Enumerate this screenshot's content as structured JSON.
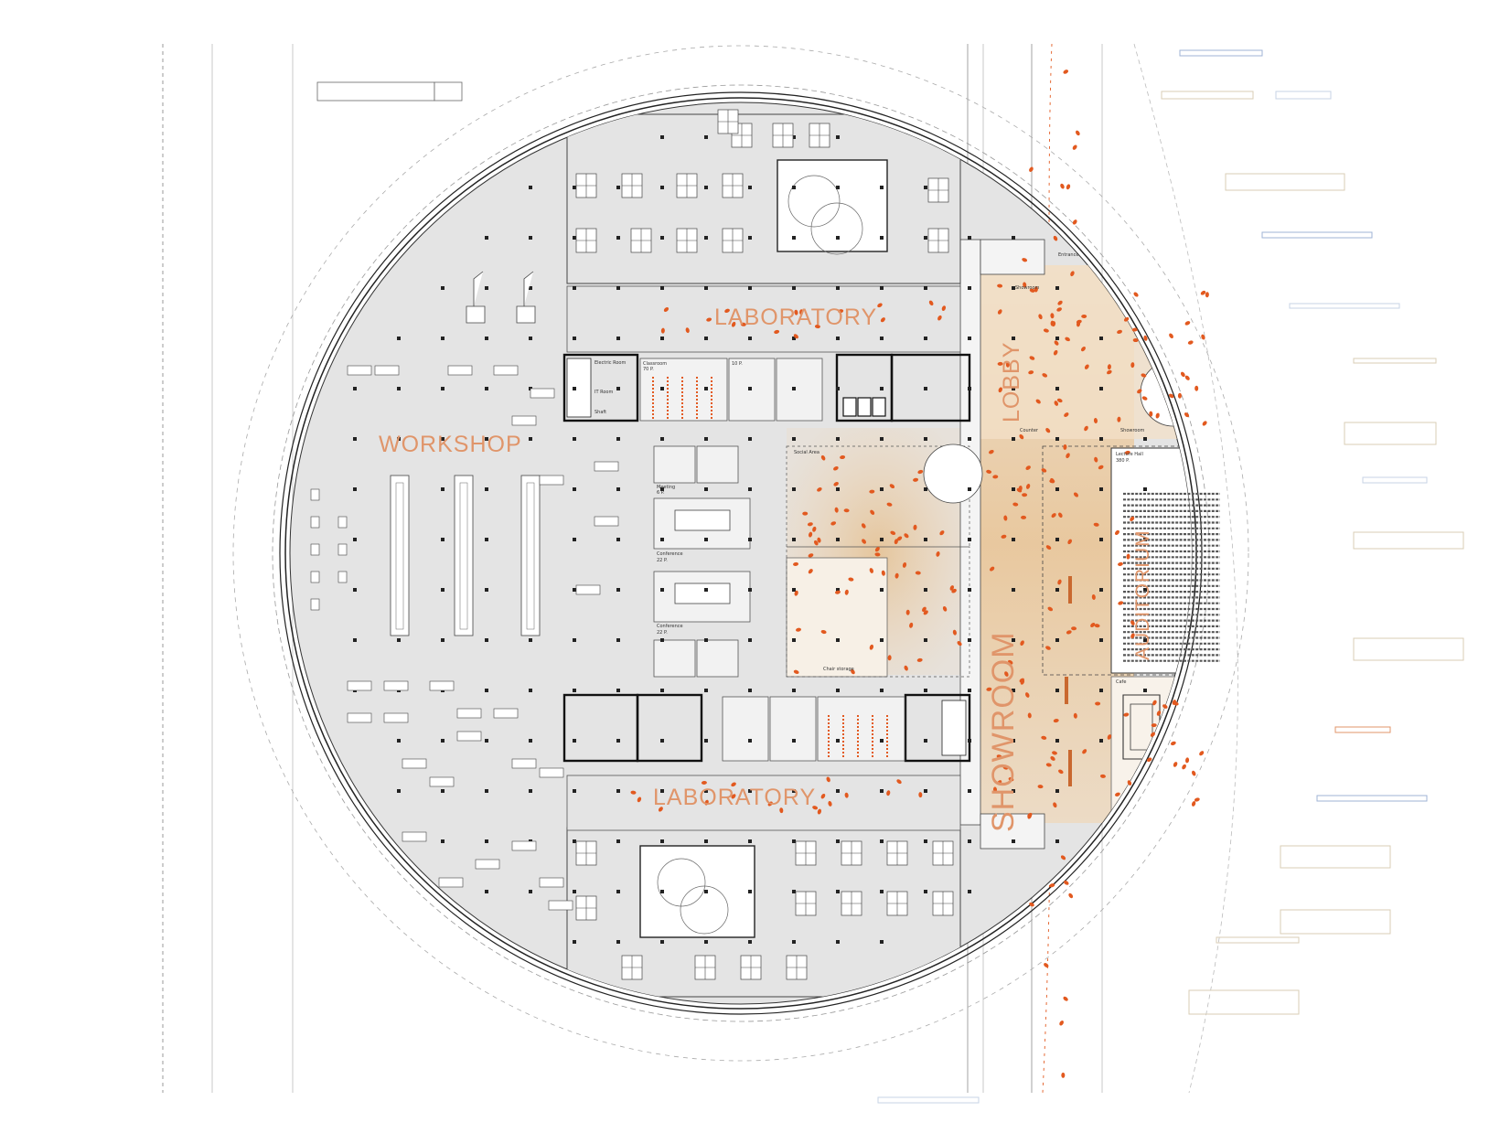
{
  "labels": {
    "laboratory_top": "LABORATORY",
    "laboratory_bottom": "LABORATORY",
    "workshop": "WORKSHOP",
    "lobby": "LOBBY",
    "showroom": "SHOWROOM",
    "auditorium": "AUDITORIUM",
    "entrance_top": "Entrance",
    "showroom_small_a": "Showroom",
    "showroom_small_b": "Showroom",
    "counter": "Counter",
    "social_area": "Social Area",
    "lecture_hall": "Lecture Hall",
    "lecture_capacity": "380 P.",
    "cafe": "Cafe",
    "chair_storage": "Chair storage",
    "conference_top": "Conference",
    "conference_top_cap": "22 P.",
    "conference_bottom": "Conference",
    "conference_bottom_cap": "22 P.",
    "meeting": "Meeting",
    "meeting_cap_6": "6 P.",
    "meeting_cap_10": "10 P.",
    "classroom": "Classroom",
    "classroom_cap": "70 P.",
    "electric_room": "Electric Room",
    "it_room": "IT Room",
    "shaft": "Shaft"
  },
  "colors": {
    "floor": "#e4e4e4",
    "accent": "#e0956a",
    "accent_strong": "#e2591f",
    "showroom_tint": "#e9c89a",
    "wall": "#111111"
  }
}
